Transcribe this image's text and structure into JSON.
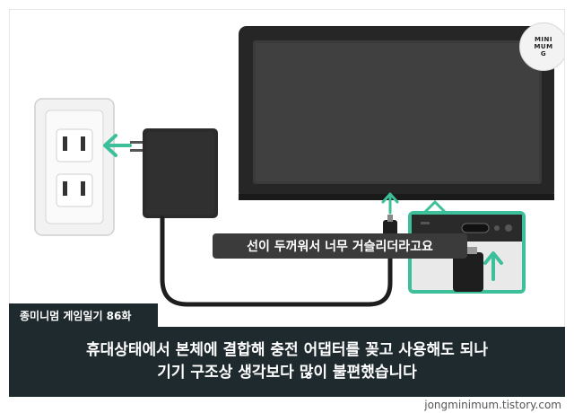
{
  "logo": {
    "text_line1": "MINI",
    "text_line2": "MUM",
    "text_line3": "G"
  },
  "illustration": {
    "speech_tooltip": "선이 두꺼워서 너무 거슬리더라고요",
    "accent_color": "#3dbf9a",
    "outlet_color": "#f2f2f2",
    "console_color": "#262626",
    "adapter_color": "#2b2b2b"
  },
  "episode_tag": "종미니멈 게임일기 86화",
  "caption": {
    "line1": "휴대상태에서 본체에 결합해 충전 어댑터를 꽂고 사용해도 되나",
    "line2": "기기 구조상 생각보다 많이 불편했습니다"
  },
  "footer": {
    "url": "jongminimum.tistory.com"
  }
}
